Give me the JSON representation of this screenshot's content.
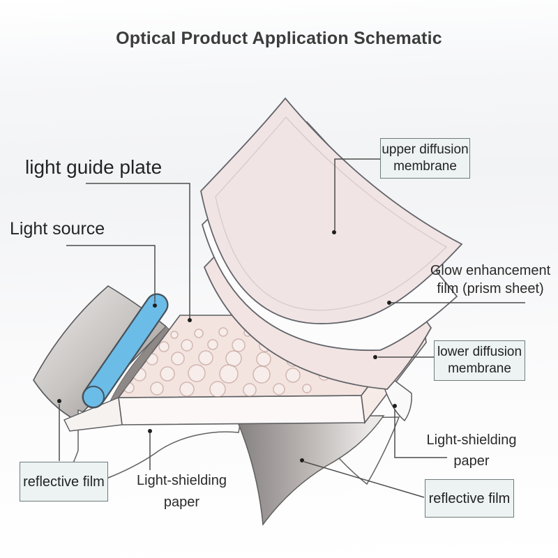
{
  "title": "Optical Product Application Schematic",
  "labels": {
    "light_guide_plate": "light guide plate",
    "light_source": "Light source",
    "upper_diffusion_membrane": {
      "line1": "upper diffusion",
      "line2": "membrane"
    },
    "glow_enhancement_film": {
      "line1": "Glow enhancement",
      "line2": "film (prism sheet)"
    },
    "lower_diffusion_membrane": {
      "line1": "lower diffusion",
      "line2": "membrane"
    },
    "light_shielding_paper_right": {
      "line1": "Light-shielding",
      "line2": "paper"
    },
    "reflective_film_right": "reflective film",
    "light_shielding_paper_bottom": {
      "line1": "Light-shielding",
      "line2": "paper"
    },
    "reflective_film_left": "reflective film"
  },
  "colors": {
    "light_source_blue": "#6cbce8",
    "sheet_pink": "#f2e4e2",
    "prism_sheet_white": "#fcfcfd",
    "reflective_gray": "#8f8a88",
    "label_box_fill": "#edf3f3",
    "label_box_border": "#6e7b7b",
    "annotation_line": "#4c4c4c",
    "text": "#2a2a2a"
  }
}
